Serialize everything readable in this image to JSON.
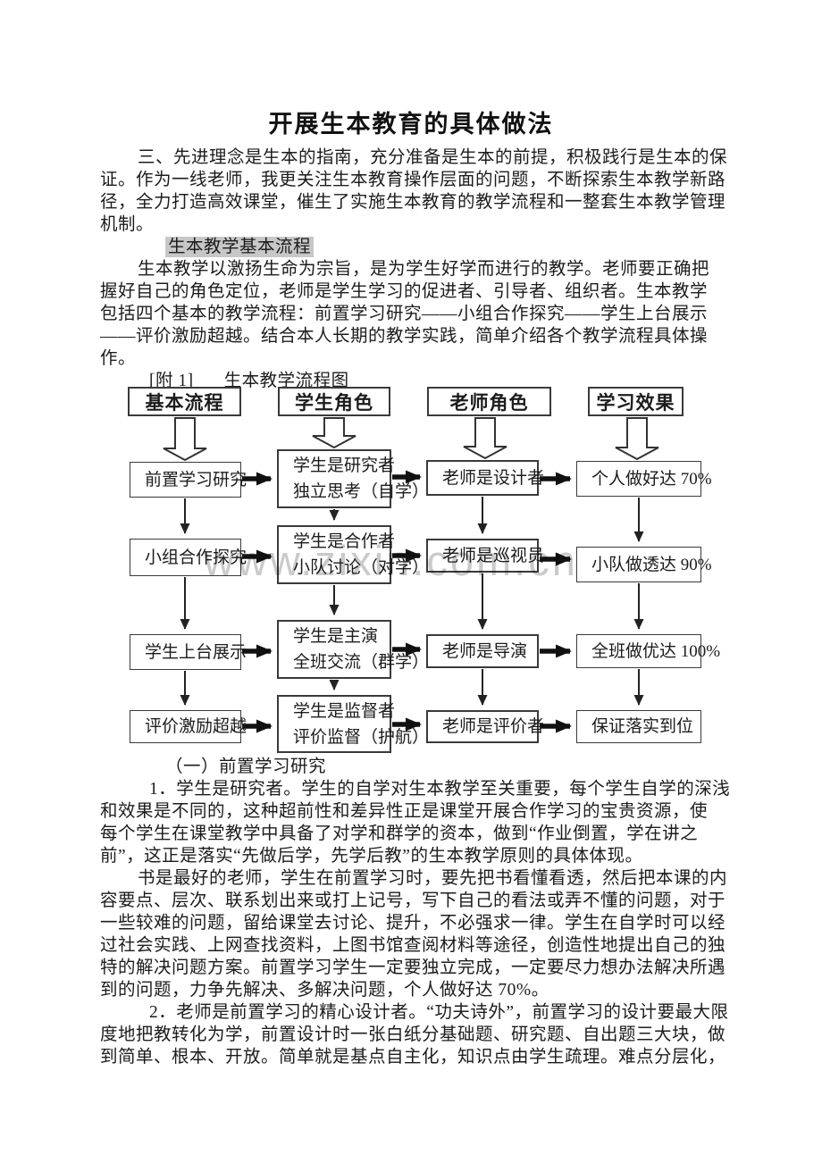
{
  "title": "开展生本教育的具体做法",
  "paragraph1": {
    "lines": [
      "三、先进理念是生本的指南，充分准备是生本的前提，积极践行是生本的保",
      "证。作为一线老师，我更关注生本教育操作层面的问题，不断探索生本教学新路",
      "径，全力打造高效课堂，催生了实施生本教育的教学流程和一整套生本教学管理",
      "机制。"
    ]
  },
  "highlight_heading": "生本教学基本流程",
  "paragraph2": {
    "lines": [
      "生本教学以激扬生命为宗旨，是为学生好学而进行的教学。老师要正确把",
      "握好自己的角色定位，老师是学生学习的促进者、引导者、组织者。生本教学",
      "包括四个基本的教学流程：前置学习研究——小组合作探究——学生上台展示",
      "——评价激励超越。结合本人长期的教学实践，简单介绍各个教学流程具体操",
      "作。"
    ]
  },
  "attachment": {
    "label": "[附 1]",
    "caption": "生本教学流程图"
  },
  "flowchart": {
    "watermark": "www.zixin.com.cn",
    "columns": [
      "基本流程",
      "学生角色",
      "老师角色",
      "学习效果"
    ],
    "rows": [
      {
        "process": "前置学习研究",
        "student_role_line1": "学生是研究者",
        "student_role_line2": "独立思考（自学）",
        "teacher_role": "老师是设计者",
        "outcome": "个人做好达 70%"
      },
      {
        "process": "小组合作探究",
        "student_role_line1": "学生是合作者",
        "student_role_line2": "小队讨论（对学）",
        "teacher_role": "老师是巡视员",
        "outcome": "小队做透达 90%"
      },
      {
        "process": "学生上台展示",
        "student_role_line1": "学生是主演",
        "student_role_line2": "全班交流（群学）",
        "teacher_role": "老师是导演",
        "outcome": "全班做优达 100%"
      },
      {
        "process": "评价激励超越",
        "student_role_line1": "学生是监督者",
        "student_role_line2": "评价监督（护航）",
        "teacher_role": "老师是评价者",
        "outcome": "保证落实到位"
      }
    ]
  },
  "section_heading": "（一）前置学习研究",
  "paragraph3": {
    "lines": [
      "1．学生是研究者。学生的自学对生本教学至关重要，每个学生自学的深浅",
      "和效果是不同的，这种超前性和差异性正是课堂开展合作学习的宝贵资源，使",
      "每个学生在课堂教学中具备了对学和群学的资本，做到“作业倒置，学在讲之",
      "前”，这正是落实“先做后学，先学后教”的生本教学原则的具体体现。"
    ]
  },
  "paragraph4": {
    "lines": [
      "书是最好的老师，学生在前置学习时，要先把书看懂看透，然后把本课的内",
      "容要点、层次、联系划出来或打上记号，写下自己的看法或弄不懂的问题，对于",
      "一些较难的问题，留给课堂去讨论、提升，不必强求一律。学生在自学时可以经",
      "过社会实践、上网查找资料，上图书馆查阅材料等途径，创造性地提出自己的独",
      "特的解决问题方案。前置学习学生一定要独立完成，一定要尽力想办法解决所遇",
      "到的问题，力争先解决、多解决问题，个人做好达 70%。"
    ]
  },
  "paragraph5": {
    "lines": [
      "2．老师是前置学习的精心设计者。“功夫诗外”，前置学习的设计要最大限",
      "度地把教转化为学，前置设计时一张白纸分基础题、研究题、自出题三大块，做",
      "到简单、根本、开放。简单就是基点自主化，知识点由学生疏理。难点分层化，"
    ]
  }
}
